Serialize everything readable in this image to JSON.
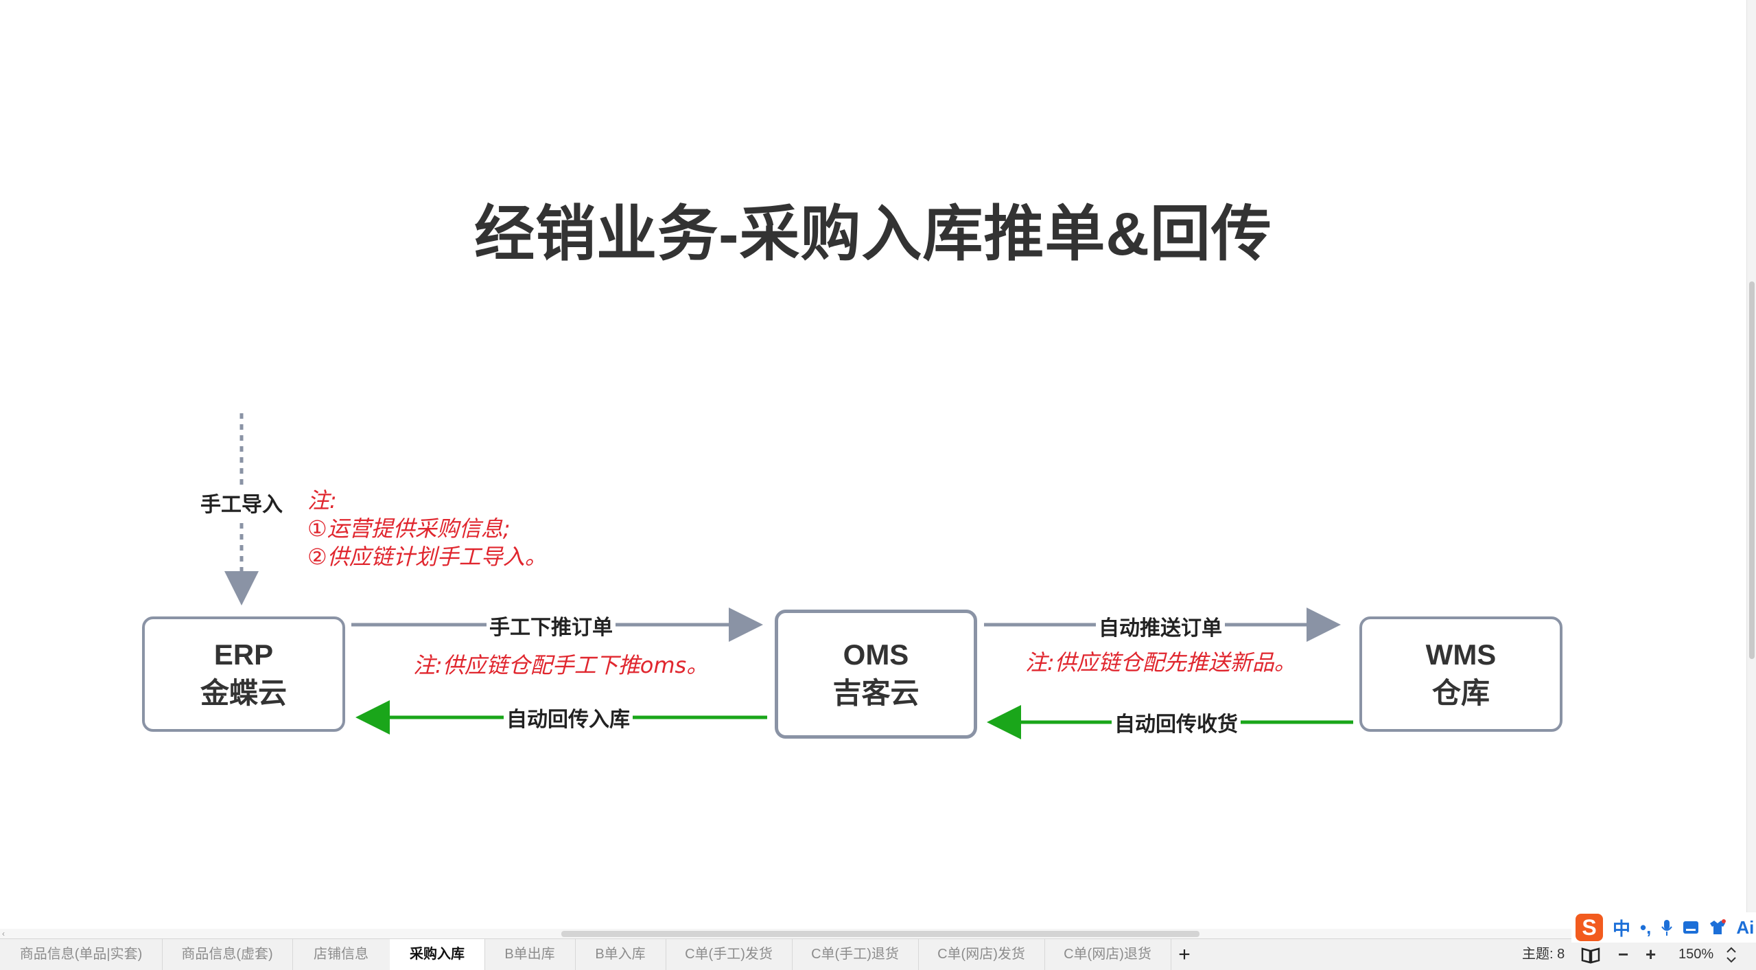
{
  "diagram": {
    "title": "经销业务-采购入库推单&回传",
    "nodes": {
      "erp": {
        "line1": "ERP",
        "line2": "金蝶云"
      },
      "oms": {
        "line1": "OMS",
        "line2": "吉客云"
      },
      "wms": {
        "line1": "WMS",
        "line2": "仓库"
      }
    },
    "edges": {
      "manual_import": "手工导入",
      "erp_to_oms": "手工下推订单",
      "oms_to_erp": "自动回传入库",
      "oms_to_wms": "自动推送订单",
      "wms_to_oms": "自动回传收货"
    },
    "notes": {
      "import_note": [
        "注:",
        "①运营提供采购信息;",
        "②供应链计划手工导入。"
      ],
      "erp_oms_note": "注:供应链仓配手工下推oms。",
      "oms_wms_note": "注:供应链仓配先推送新品。"
    },
    "colors": {
      "forward_arrow": "#8a93a5",
      "return_arrow": "#1aa61a",
      "note_text": "#e0262e",
      "node_border": "#8a93a5"
    }
  },
  "sheet_tabs": [
    "商品信息(单品|实套)",
    "商品信息(虚套)",
    "店铺信息",
    "采购入库",
    "B单出库",
    "B单入库",
    "C单(手工)发货",
    "C单(手工)退货",
    "C单(网店)发货",
    "C单(网店)退货"
  ],
  "active_tab": "采购入库",
  "add_tab_label": "+",
  "status": {
    "theme": "主题: 8",
    "zoom": "150%",
    "zoom_out": "−",
    "zoom_in": "+"
  },
  "ime": {
    "logo": "S",
    "mode": "中",
    "punct": "•,",
    "ai": "Ai"
  }
}
